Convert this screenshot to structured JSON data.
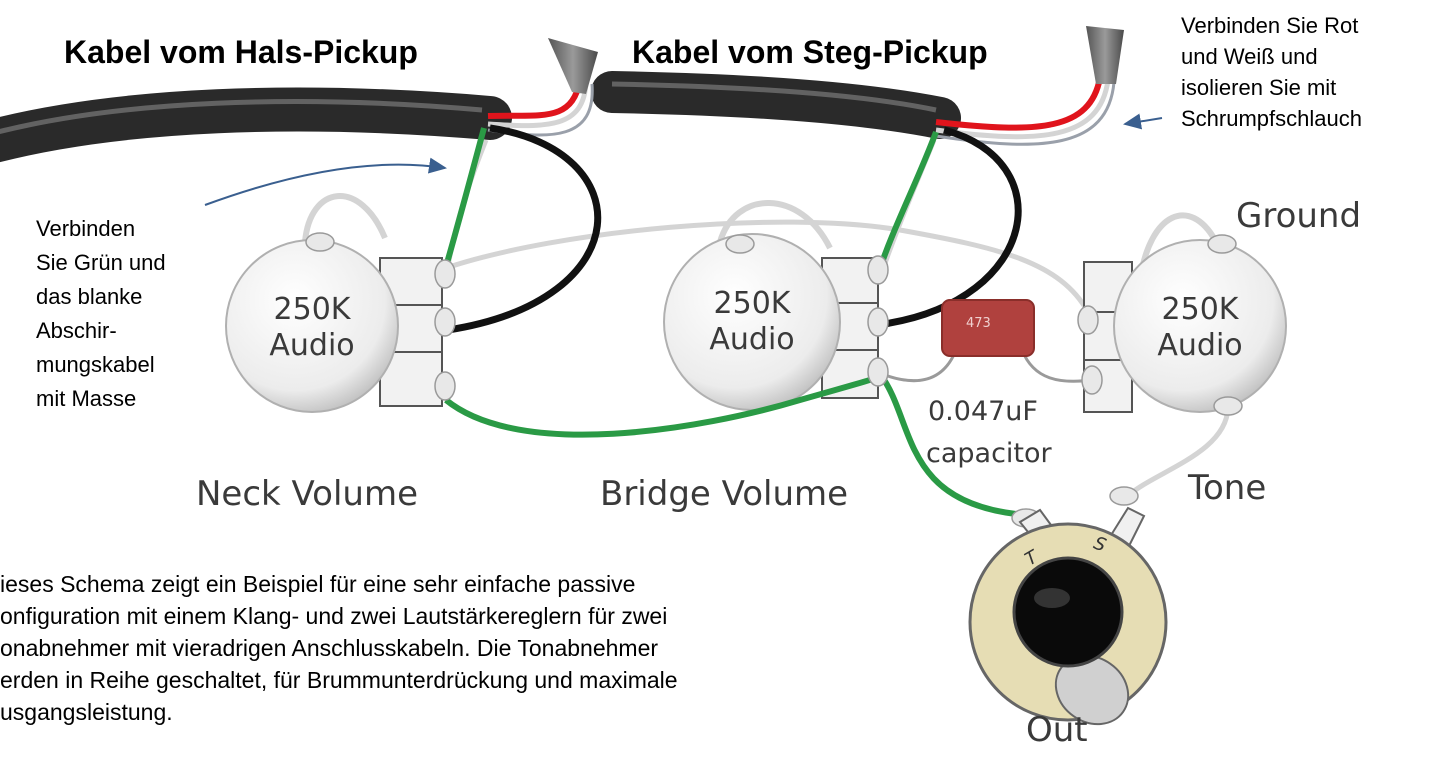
{
  "labels": {
    "neck_cable": "Kabel vom Hals-Pickup",
    "bridge_cable": "Kabel vom Steg-Pickup",
    "note_red_white": [
      "Verbinden Sie Rot",
      "und Weiß und",
      "isolieren Sie mit",
      "Schrumpfschlauch"
    ],
    "note_green_shield": [
      "Verbinden",
      "Sie Grün und",
      "das blanke",
      "Abschir-",
      "mungskabel",
      "mit Masse"
    ],
    "ground": "Ground",
    "neck_pot": {
      "value": "250K",
      "taper": "Audio",
      "name": "Neck Volume"
    },
    "bridge_pot": {
      "value": "250K",
      "taper": "Audio",
      "name": "Bridge Volume"
    },
    "tone_pot": {
      "value": "250K",
      "taper": "Audio",
      "name": "Tone"
    },
    "capacitor": {
      "code": "473",
      "value": "0.047uF",
      "word": "capacitor"
    },
    "jack": {
      "tip": "T",
      "sleeve": "S",
      "name": "Out"
    },
    "description": [
      "ieses Schema zeigt ein Beispiel für eine sehr einfache passive",
      "onfiguration mit einem Klang- und zwei Lautstärkereglern für zwei",
      "onabnehmer mit vieradrigen Anschlusskabeln. Die Tonabnehmer",
      "erden in Reihe geschaltet, für Brummunterdrückung und maximale",
      "usgangsleistung."
    ]
  },
  "colors": {
    "wire_green": "#2a9a45",
    "wire_red": "#e0141c",
    "wire_black": "#111111",
    "wire_white": "#d4d4d4",
    "cable_jacket": "#1a1a1a",
    "pot_body": "#f0f0f0",
    "capacitor": "#b0413e",
    "jack_plate": "#e6ddb4",
    "arrow": "#3a5f8f"
  }
}
